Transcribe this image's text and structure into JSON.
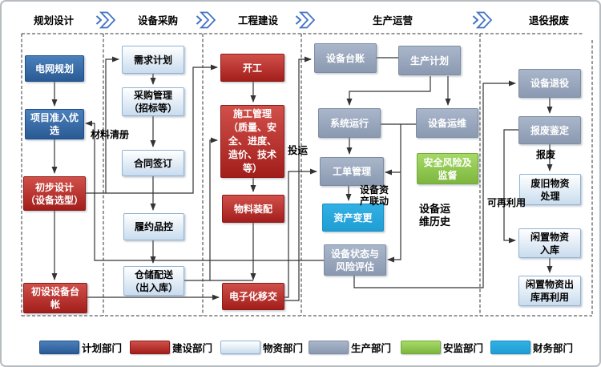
{
  "phases": [
    {
      "label": "规划设计"
    },
    {
      "label": "设备采购"
    },
    {
      "label": "工程建设"
    },
    {
      "label": "生产运营"
    },
    {
      "label": "退役报废"
    }
  ],
  "nodes": {
    "grid_planning": {
      "label": "电网规划"
    },
    "project_access": {
      "label": "项目准入优\n选"
    },
    "preliminary_design": {
      "label": "初步设计\n（设备选型）"
    },
    "initial_ledger": {
      "label": "初设设备台\n帐"
    },
    "demand_plan": {
      "label": "需求计划"
    },
    "procurement": {
      "label": "采购管理\n（招标等）"
    },
    "contract": {
      "label": "合同签订"
    },
    "performance_qc": {
      "label": "履约品控"
    },
    "warehouse": {
      "label": "仓储配送\n（出入库）"
    },
    "start_work": {
      "label": "开工"
    },
    "construction_mgmt": {
      "label": "施工管理\n（质量、安\n全、进度、\n造价、技术\n等）"
    },
    "material_assembly": {
      "label": "物料装配"
    },
    "e_handover": {
      "label": "电子化移交"
    },
    "equipment_ledger": {
      "label": "设备台账"
    },
    "production_plan": {
      "label": "生产计划"
    },
    "system_operation": {
      "label": "系统运行"
    },
    "equipment_om": {
      "label": "设备运维"
    },
    "work_order": {
      "label": "工单管理"
    },
    "safety_risk": {
      "label": "安全风险及\n监督"
    },
    "asset_change": {
      "label": "资产变更"
    },
    "status_risk": {
      "label": "设备状态与\n风险评估"
    },
    "decommission": {
      "label": "设备退役"
    },
    "scrap_appraisal": {
      "label": "报废鉴定"
    },
    "waste_disposal": {
      "label": "废旧物资\n处理"
    },
    "idle_storage": {
      "label": "闲置物资\n入库"
    },
    "idle_reuse": {
      "label": "闲置物资出\n库再利用"
    }
  },
  "labels": {
    "material_list": {
      "label": "材料清册"
    },
    "commissioning": {
      "label": "投运"
    },
    "asset_linkage": {
      "label": "设备资\n产联动"
    },
    "om_history": {
      "label": "设备运\n维历史"
    },
    "scrap": {
      "label": "报废"
    },
    "reusable": {
      "label": "可再利用"
    }
  },
  "legend": [
    {
      "label": "计划部门",
      "color": "#2f5f9e"
    },
    {
      "label": "建设部门",
      "color": "#b92a25"
    },
    {
      "label": "物资部门",
      "color": "#dce9f5"
    },
    {
      "label": "生产部门",
      "color": "#98a7bf"
    },
    {
      "label": "安监部门",
      "color": "#8cc63f"
    },
    {
      "label": "财务部门",
      "color": "#29abe2"
    }
  ],
  "accent": {
    "chevron": "#4472c4",
    "line": "#333333"
  }
}
